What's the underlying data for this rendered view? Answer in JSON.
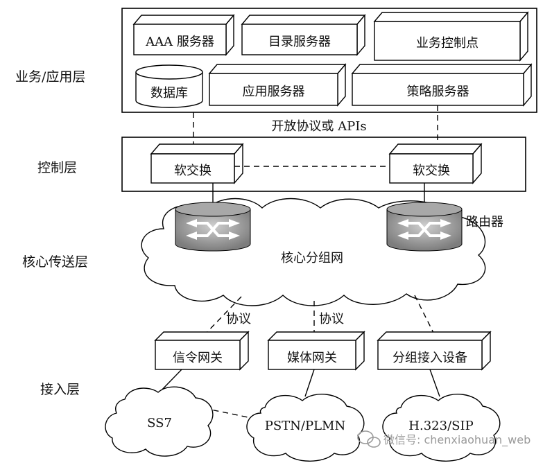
{
  "layers": {
    "service": "业务/应用层",
    "control": "控制层",
    "transport": "核心传送层",
    "access": "接入层"
  },
  "service_layer": {
    "aaa": "AAA 服务器",
    "directory": "目录服务器",
    "control_point": "业务控制点",
    "database": "数据库",
    "app_server": "应用服务器",
    "policy_server": "策略服务器"
  },
  "interface_label": "开放协议或 APIs",
  "control_layer": {
    "softswitch_left": "软交换",
    "softswitch_right": "软交换"
  },
  "core": {
    "router_label": "路由器",
    "network": "核心分组网"
  },
  "protocols": {
    "left": "协议",
    "middle": "协议"
  },
  "gateways": {
    "signaling": "信令网关",
    "media": "媒体网关",
    "packet_access": "分组接入设备"
  },
  "networks": {
    "ss7": "SS7",
    "pstn": "PSTN/PLMN",
    "h323": "H.323/SIP"
  },
  "watermark": "微信号: chenxiaohuan_web"
}
